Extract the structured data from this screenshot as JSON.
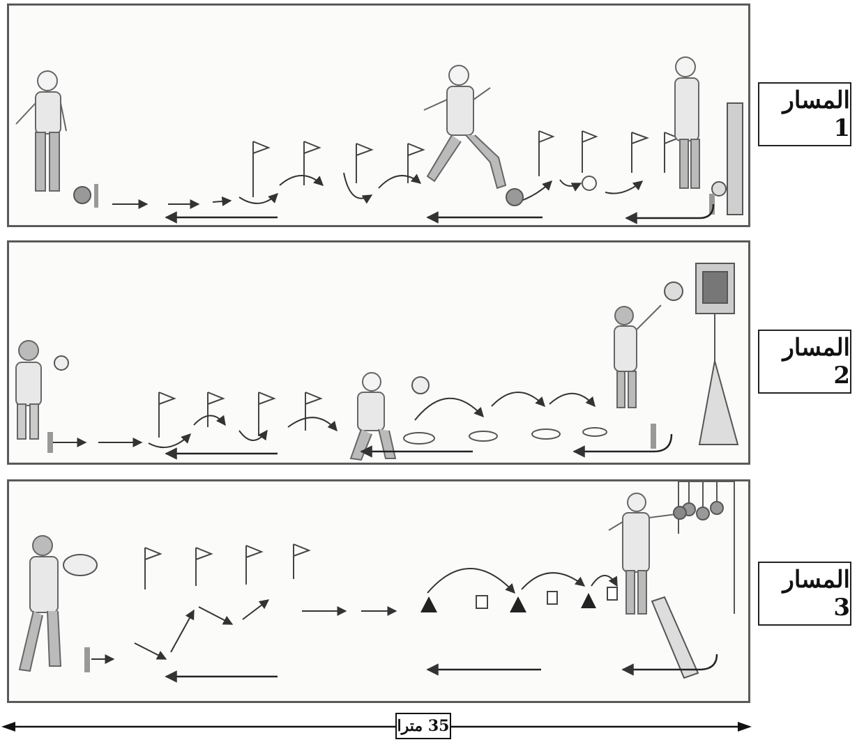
{
  "tracks": [
    {
      "label": "المسار 1"
    },
    {
      "label": "المسار 2"
    },
    {
      "label": "المسار 3"
    }
  ],
  "scale": {
    "label": "35 مترا"
  },
  "colors": {
    "ink": "#333333",
    "frame": "#5a5a5a",
    "figure": "#8a8a8a"
  }
}
